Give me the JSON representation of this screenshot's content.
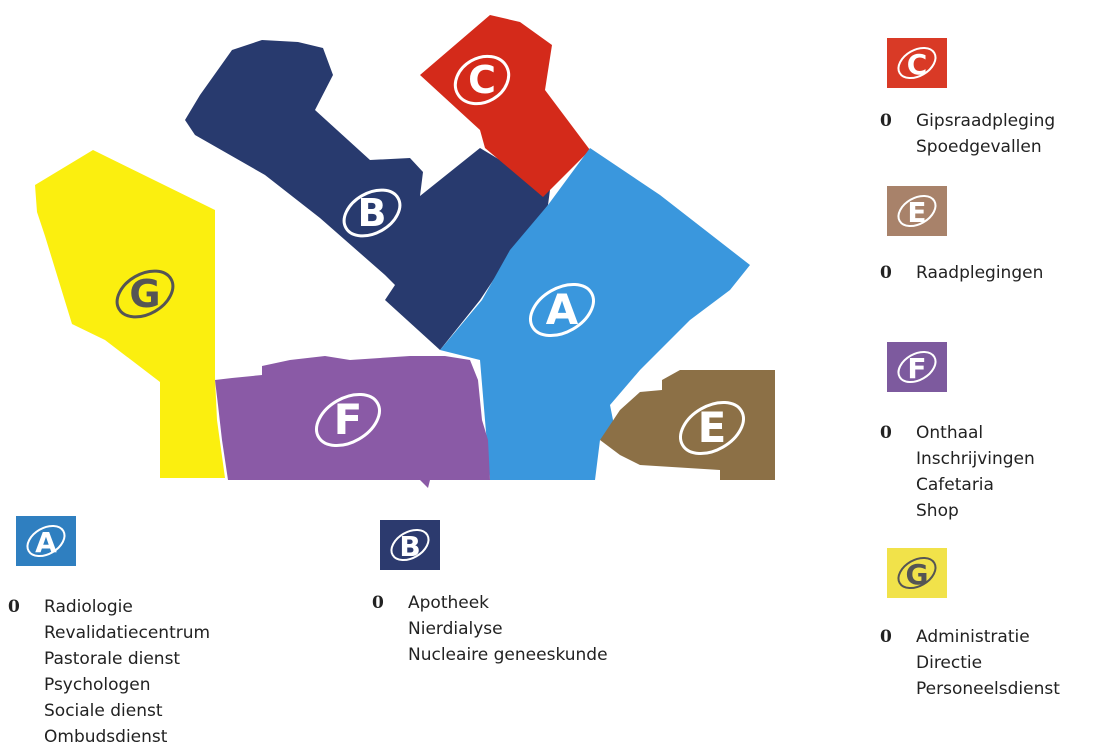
{
  "buildings": [
    {
      "id": "A",
      "label": "A",
      "color": "#3a97dd",
      "floor": "0",
      "services": [
        "Radiologie",
        "Revalidatiecentrum",
        "Pastorale dienst",
        "Psychologen",
        "Sociale dienst",
        "Ombudsdienst"
      ]
    },
    {
      "id": "B",
      "label": "B",
      "color": "#283a6e",
      "floor": "0",
      "services": [
        "Apotheek",
        "Nierdialyse",
        "Nucleaire geneeskunde"
      ]
    },
    {
      "id": "C",
      "label": "C",
      "color": "#d42a1a",
      "floor": "0",
      "services": [
        "Gipsraadpleging",
        "Spoedgevallen"
      ]
    },
    {
      "id": "E",
      "label": "E",
      "color": "#8c7046",
      "floor": "0",
      "services": [
        "Raadplegingen"
      ]
    },
    {
      "id": "F",
      "label": "F",
      "color": "#8a5aa6",
      "floor": "0",
      "services": [
        "Onthaal",
        "Inschrijvingen",
        "Cafetaria",
        "Shop"
      ]
    },
    {
      "id": "G",
      "label": "G",
      "color": "#fbef0f",
      "floor": "0",
      "services": [
        "Administratie",
        "Directie",
        "Personeelsdienst"
      ]
    }
  ],
  "badge_colors": {
    "A": "#2f7fc0",
    "B": "#2c3a6e",
    "C": "#d93a26",
    "E": "#a8826a",
    "F": "#7d5a9e",
    "G": "#f1e24a"
  }
}
